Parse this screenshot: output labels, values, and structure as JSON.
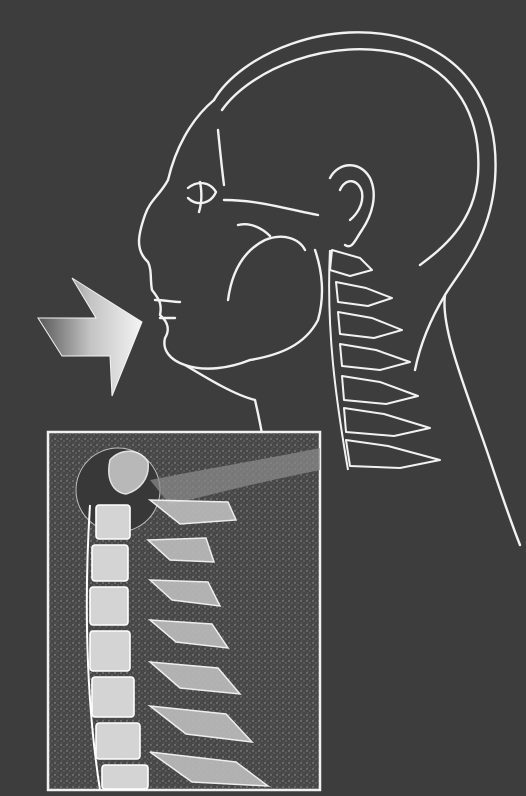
{
  "figure": {
    "colors": {
      "background": "#3d3d3d",
      "line": "#f2f2f2",
      "inset_fill": "#4a4a4a",
      "bone_fill": "#cfcfcf"
    },
    "icons": [
      "arrow-icon",
      "head-profile",
      "cervical-spine",
      "xray-inset"
    ],
    "cervical_vertebrae_count": 7
  }
}
